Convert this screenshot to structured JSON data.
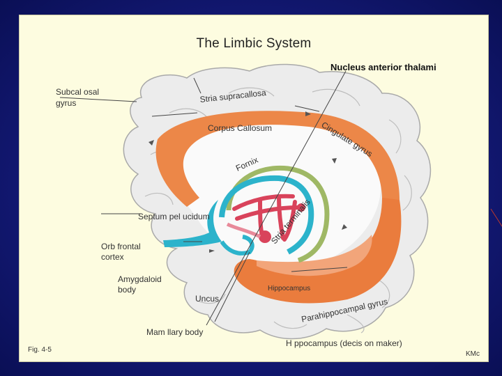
{
  "slide": {
    "title": "The Limbic System",
    "figure_number": "Fig. 4-5",
    "author_initials": "KMc"
  },
  "labels": {
    "nucleus_anterior_thalami": "Nucleus anterior thalami",
    "subcallosal_gyrus_line1": "Subcal osal",
    "subcallosal_gyrus_line2": "gyrus",
    "stria_supracallosa": "Stria supracallosa",
    "corpus_callosum": "Corpus Callosum",
    "cingulate_gyrus": "Cingulate gyrus",
    "fornix": "Fornix",
    "stria_terminalis": "Stria terminalis",
    "septum_pellucidum": "Septum pel ucidum",
    "orbitofrontal_line1": "Orb frontal",
    "orbitofrontal_line2": "cortex",
    "amygdaloid_line1": "Amygdaloid",
    "amygdaloid_line2": "body",
    "uncus": "Uncus",
    "hippocampus_inner": "Hippocampus",
    "parahippocampal_gyrus": "Parahippocampal gyrus",
    "mammillary_body": "Mam llary body",
    "hippocampus_decision": "H ppocampus (decis on maker)"
  },
  "colors": {
    "corpus_callosum": "#ec8748",
    "fornix_green": "#9fb865",
    "stria_teal": "#2cb3cb",
    "thalamic_red": "#d9435b",
    "brain_gray": "#ececec"
  }
}
